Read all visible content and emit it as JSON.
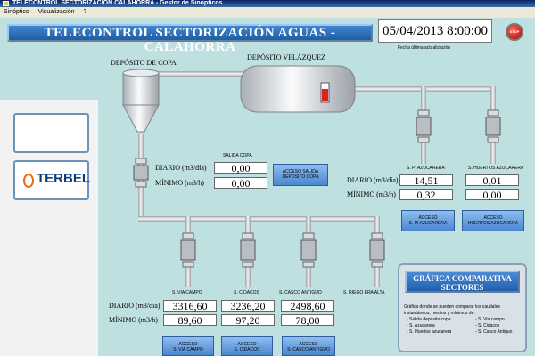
{
  "window": {
    "title": "TELECONTROL SECTORIZACIÓN CALAHORRA - Gestor de Sinópticos"
  },
  "menu": {
    "items": [
      "Sinóptico",
      "Visualización",
      "?"
    ]
  },
  "header": {
    "title": "TELECONTROL SECTORIZACIÓN AGUAS - CALAHORRA",
    "datetime": "05/04/2013 8:00:00",
    "datetime_caption": "Fecha última actualización",
    "stop_label": "STOP"
  },
  "logo": {
    "text": "TERBEL"
  },
  "tanks": {
    "copa": "DEPÓSITO DE COPA",
    "velazquez": "DEPÓSITO VELÁZQUEZ"
  },
  "salida_copa": {
    "title": "SALIDA COPA",
    "diario_label": "DIARIO (m3/día)",
    "minimo_label": "MÍNIMO (m3/h)",
    "diario": "0,00",
    "minimo": "0,00",
    "button": [
      "ACCESO SALIDA",
      "DEPÓSITO COPA"
    ]
  },
  "right_sectors": {
    "diario_label": "DIARIO (m3/día)",
    "minimo_label": "MÍNIMO (m3/h)",
    "sectors": [
      {
        "name": "S. PI AZUCARERA",
        "diario": "14,51",
        "minimo": "0,32",
        "button": [
          "ACCESO",
          "S. PI AZUCARERA"
        ]
      },
      {
        "name": "S. HUERTOS AZUCARERA",
        "diario": "0,01",
        "minimo": "0,00",
        "button": [
          "ACCESO",
          "HUERTOS AZUCARERA"
        ]
      }
    ]
  },
  "bottom_sectors": {
    "diario_label": "DIARIO (m3/día)",
    "minimo_label": "MÍNIMO (m3/h)",
    "sectors": [
      {
        "name": "S. VIA CAMPO",
        "diario": "3316,60",
        "minimo": "89,60",
        "button": [
          "ACCESO",
          "S. VIA CAMPO"
        ]
      },
      {
        "name": "S. CIDACOS",
        "diario": "3236,20",
        "minimo": "97,20",
        "button": [
          "ACCESO",
          "S. CIDACOS"
        ]
      },
      {
        "name": "S. CASCO ANTIGUO",
        "diario": "2498,60",
        "minimo": "78,00",
        "button": [
          "ACCESO",
          "S. CASCO ANTIGUO"
        ]
      },
      {
        "name": "S. RIEGO ERA ALTA"
      }
    ]
  },
  "grafica": {
    "button": [
      "GRÁFICA COMPARATIVA",
      "SECTORES"
    ],
    "description": "Gráfica donde se pueden comparar los caudales instantáneos, medios y mínimos de:",
    "list_left": [
      "- Salida depósito copa",
      "- S. Azucarera",
      "- S. Huertos azucarera"
    ],
    "list_right": [
      "- S. Via campo",
      "- S. Cidacos",
      "- S. Casco Antiguo"
    ]
  },
  "colors": {
    "background": "#bfe0e0",
    "banner": "#2f74c0",
    "pipe": "#c8ccd0",
    "button": "#6fa6e4"
  }
}
